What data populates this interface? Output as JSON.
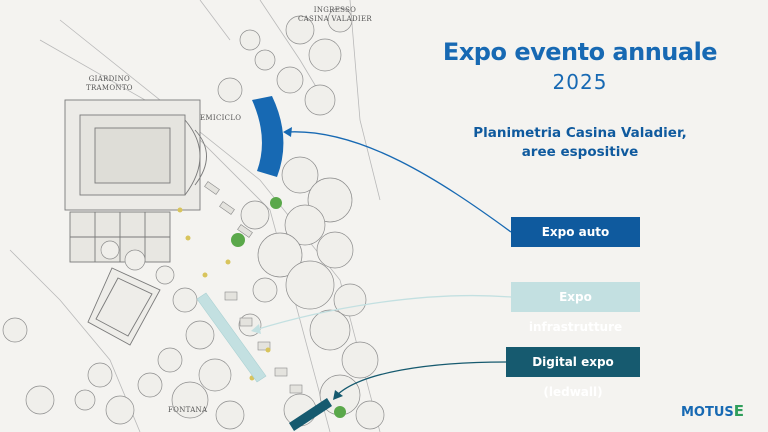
{
  "slide": {
    "title": "Expo evento annuale",
    "year": "2025",
    "subtitle_line1": "Planimetria Casina Valadier,",
    "subtitle_line2": "aree espositive"
  },
  "legend": {
    "expo_auto": "Expo auto",
    "expo_infrastrutture": "Expo infrastrutture",
    "digital_expo": "Digital expo (ledwall)"
  },
  "map_labels": {
    "ingresso_line1": "INGRESSO",
    "ingresso_line2": "CASINA VALADIER",
    "giardino_line1": "GIARDINO",
    "giardino_line2": "TRAMONTO",
    "emiciclo": "EMICICLO",
    "fontana": "FONTANA"
  },
  "logo": {
    "text": "MOTUS",
    "mark": "E"
  },
  "colors": {
    "primary_blue": "#1769b3",
    "dark_blue": "#0f5a9e",
    "light_teal": "#c3e0e1",
    "dark_teal": "#165a6f",
    "accent_green": "#2f9e5b"
  }
}
